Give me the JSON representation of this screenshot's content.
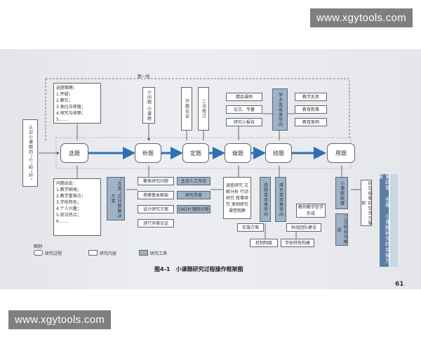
{
  "watermark": {
    "top": "www.xgytools.com",
    "bottom": "www.xgytools.com"
  },
  "diagram": {
    "loop_label": "新一轮",
    "left_vertical": "认识小课题的“小”和“好”",
    "strategy_box": [
      "选题策略：",
      "1.怀疑；",
      "2.教位；",
      "3.类比与移植；",
      "4.探究与体察；",
      "5.……"
    ],
    "problem_box": [
      "问题出处：",
      "1.教学困境；",
      "2.教学重难点；",
      "3.学校特色；",
      "4.个人兴趣；",
      "5.前沿热点；",
      "6.……"
    ],
    "main_flow": [
      "选题",
      "析题",
      "定题",
      "做题",
      "结题",
      "用题"
    ],
    "small_question": "小问题·小课题",
    "kaiti": "开题论证",
    "second_revise": "二次修订",
    "wenan": "“文案”式问题解决方案",
    "analysis_items": [
      "聚焦研究问题",
      "搭建基本框架",
      "设计研究方案",
      "进行多维论证"
    ],
    "zuoti_tools": [
      "主持人工作坊",
      "研究手册",
      "5W2H 跟踪诊断"
    ],
    "methods": "调查研究 文献分析 行动研究 叙事研究 案例研究 课堂观察",
    "outcomes": [
      "精品课例",
      "论文、专著",
      "研究小报告"
    ],
    "xueshu": "学术类成果导向",
    "jiaoxue": [
      "教学反思",
      "教育叙事",
      "教育案例"
    ],
    "jieti_guides": [
      "选题类成果导向",
      "成长类成果导向"
    ],
    "impl": "实施方案",
    "mech": "机制制度",
    "teacher_growth": "教师教学哲学形成",
    "team_build": "科组团队建设",
    "school_build": "学校特色构建",
    "yongti_items": [
      "小课题联盟",
      "二次转化与推进"
    ],
    "yongti_side": "研究成果的交流与辐射",
    "legend_title": "图例",
    "legend": [
      "研究过程",
      "研究内容",
      "研究工具"
    ],
    "caption": "图4-1　小课题研究过程操作框架图",
    "sidebar": "第四章　全面　小课题研究的实操方案",
    "page_number": "61"
  },
  "colors": {
    "tool_fill": "#9eb3c7",
    "arrow": "#2e6fb5",
    "border": "#5d6772"
  }
}
